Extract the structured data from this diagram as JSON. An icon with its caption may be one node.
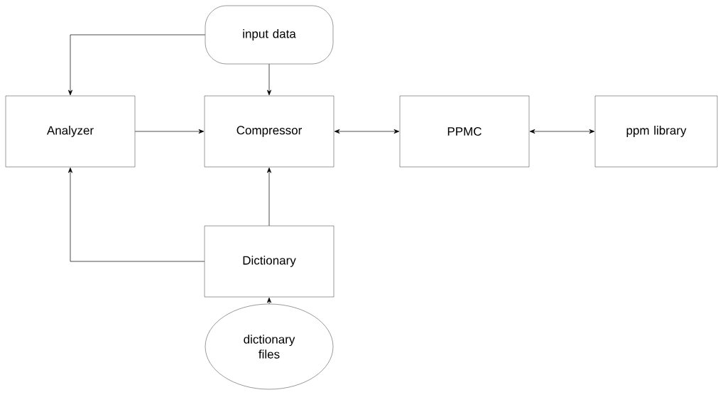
{
  "diagram": {
    "nodes": [
      {
        "text": [
          "input data"
        ]
      },
      {
        "text": [
          "Analyzer"
        ]
      },
      {
        "text": [
          "Compressor"
        ]
      },
      {
        "text": [
          "PPMC"
        ]
      },
      {
        "text": [
          "ppm library"
        ]
      },
      {
        "text": [
          "Dictionary"
        ]
      },
      {
        "text": [
          "dictionary files"
        ]
      }
    ],
    "edges": [
      {
        "from": 0,
        "to": 1,
        "arrow": "to"
      },
      {
        "from": 0,
        "to": 2,
        "arrow": "to"
      },
      {
        "from": 1,
        "to": 2,
        "arrow": "to"
      },
      {
        "from": 2,
        "to": 3,
        "arrow": "both"
      },
      {
        "from": 3,
        "to": 4,
        "arrow": "both"
      },
      {
        "from": 5,
        "to": 2,
        "arrow": "to"
      },
      {
        "from": 5,
        "to": 1,
        "arrow": "to"
      },
      {
        "from": 6,
        "to": 5,
        "arrow": "to"
      }
    ]
  }
}
